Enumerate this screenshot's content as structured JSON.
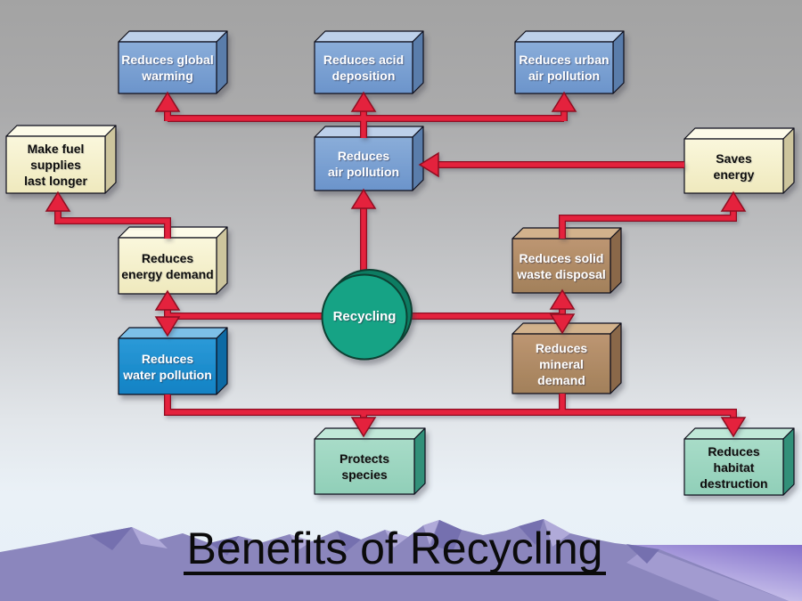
{
  "title": "Benefits of Recycling",
  "center": {
    "label": "Recycling"
  },
  "nodes": [
    {
      "id": "reduces-global-warming",
      "label": "Reduces global\nwarming",
      "color_key": "blue"
    },
    {
      "id": "reduces-acid-deposition",
      "label": "Reduces acid\ndeposition",
      "color_key": "blue"
    },
    {
      "id": "reduces-urban-air-pollution",
      "label": "Reduces urban\nair pollution",
      "color_key": "blue"
    },
    {
      "id": "make-fuel-supplies-last-longer",
      "label": "Make fuel\nsupplies\nlast longer",
      "color_key": "cream"
    },
    {
      "id": "reduces-air-pollution",
      "label": "Reduces\nair pollution",
      "color_key": "blue"
    },
    {
      "id": "saves-energy",
      "label": "Saves\nenergy",
      "color_key": "cream"
    },
    {
      "id": "reduces-energy-demand",
      "label": "Reduces\nenergy demand",
      "color_key": "cream"
    },
    {
      "id": "reduces-solid-waste-disposal",
      "label": "Reduces solid\nwaste disposal",
      "color_key": "brown"
    },
    {
      "id": "reduces-water-pollution",
      "label": "Reduces\nwater pollution",
      "color_key": "vivid_blue"
    },
    {
      "id": "reduces-mineral-demand",
      "label": "Reduces\nmineral\ndemand",
      "color_key": "brown"
    },
    {
      "id": "protects-species",
      "label": "Protects\nspecies",
      "color_key": "teal"
    },
    {
      "id": "reduces-habitat-destruction",
      "label": "Reduces\nhabitat\ndestruction",
      "color_key": "teal"
    }
  ],
  "colors": {
    "arrow_fill": "#e4213c",
    "arrow_outline": "#8f1020",
    "title_color": "#0b0b0b",
    "blue_front": "#7fa6d6",
    "cream_front": "#f6f2cf",
    "brown_front": "#b3906e",
    "vivid_blue_front": "#1f8ecf",
    "teal_front": "#9ed8c3",
    "recycling_green": "#13a385",
    "background_top_gray": "#a3a3a3",
    "background_bottom_sky": "#e7f1f8",
    "mountain_purple": "#8b86bd"
  }
}
